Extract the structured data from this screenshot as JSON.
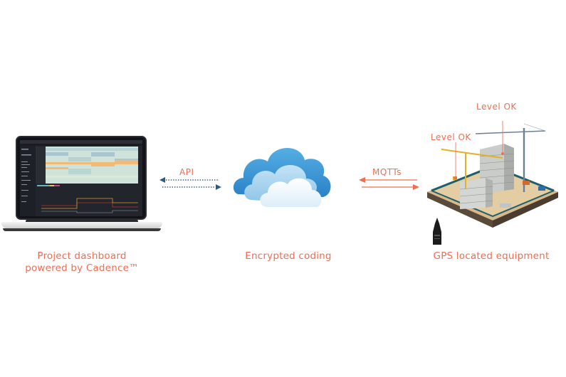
{
  "diagram": {
    "nodes": [
      {
        "id": "dashboard",
        "caption_line1": "Project dashboard",
        "caption_line2": "powered by Cadence™",
        "icon": "laptop-dashboard-icon"
      },
      {
        "id": "cloud",
        "caption_line1": "Encrypted coding",
        "icon": "cloud-icon"
      },
      {
        "id": "site",
        "caption_line1": "GPS located equipment",
        "icon": "construction-site-icon"
      }
    ],
    "links": [
      {
        "from": "dashboard",
        "to": "cloud",
        "label": "API",
        "style": "dotted",
        "direction": "bidirectional"
      },
      {
        "from": "cloud",
        "to": "site",
        "label": "MQTTs",
        "style": "solid",
        "direction": "bidirectional"
      }
    ],
    "site_labels": [
      "Level OK",
      "Level OK"
    ],
    "colors": {
      "accent": "#ef6d52",
      "api_arrow": "#2d5b87",
      "cloud_dark": "#2f8fd0",
      "cloud_mid": "#8cc9ee",
      "cloud_light": "#e6f3fb",
      "screen_bg": "#22252c"
    }
  }
}
